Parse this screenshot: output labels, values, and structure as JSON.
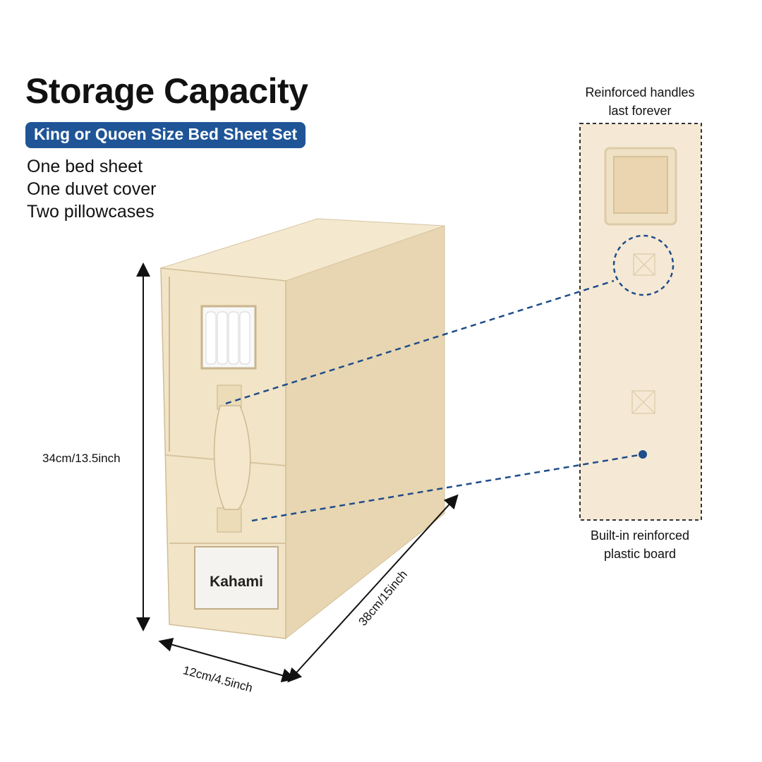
{
  "heading": {
    "title": "Storage Capacity"
  },
  "badge": {
    "label": "King or Quoen Size Bed Sheet Set"
  },
  "contents": [
    "One bed sheet",
    "One duvet cover",
    "Two pillowcases"
  ],
  "callouts": {
    "top": {
      "line1": "Reinforced handles",
      "line2": "last forever"
    },
    "bottom": {
      "line1": "Built-in reinforced",
      "line2": "plastic board"
    }
  },
  "dimensions": {
    "height": "34cm/13.5inch",
    "depth": "38cm/15inch",
    "width": "12cm/4.5inch"
  },
  "brand": {
    "label": "Kahami"
  },
  "colors": {
    "accent": "#1f5597",
    "fabric": "#f2e4c6",
    "dashed_line": "#1f4d8a"
  }
}
